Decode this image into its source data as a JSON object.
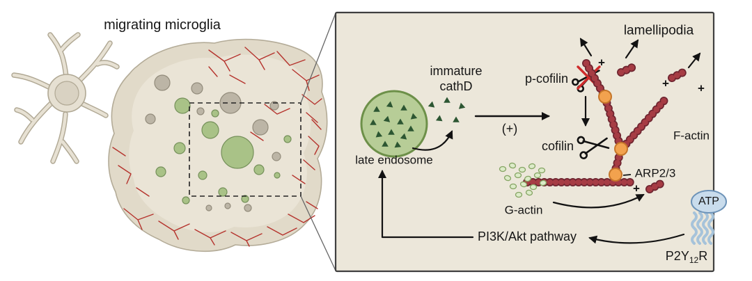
{
  "left": {
    "title": "migrating microglia"
  },
  "panel": {
    "immature_cathd_line1": "immature",
    "immature_cathd_line2": "cathD",
    "late_endosome": "late endosome",
    "p_cofilin": "p-cofilin",
    "activation": "(+)",
    "cofilin": "cofilin",
    "lamellipodia": "lamellipodia",
    "f_actin": "F-actin",
    "arp23": "ARP2/3",
    "g_actin": "G-actin",
    "pathway": "PI3K/Akt pathway",
    "atp": "ATP",
    "receptor_base": "P2Y",
    "receptor_sub": "12",
    "receptor_end": "R",
    "plus": "+"
  },
  "colors": {
    "panel_background": "#ece7da",
    "cell_body": "#e1dac9",
    "actin_mesh_red": "#b5332d",
    "endosome_green_fill": "#b7cd97",
    "endosome_green_stroke": "#6d9049",
    "cathd_triangle_green": "#2c5632",
    "f_actin_red": "#a63c44",
    "arp23_orange": "#f2a24e",
    "g_actin_green": "#dcebc8",
    "atp_blue": "#c9dcec",
    "inhibition_red": "#cf2b2b"
  }
}
